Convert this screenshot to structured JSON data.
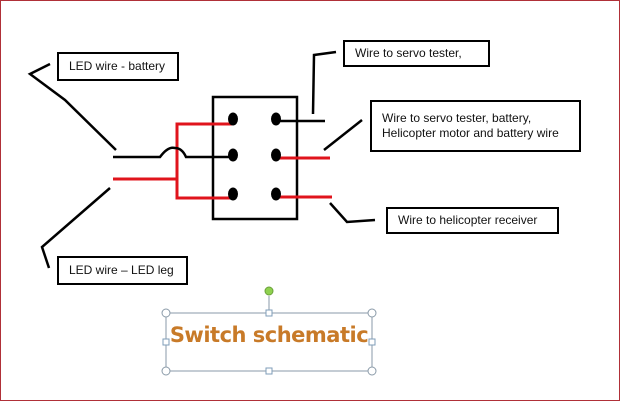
{
  "diagram": {
    "title": "Switch schematic",
    "colors": {
      "wire_black": "#000000",
      "wire_red": "#e0141c",
      "title": "#c87a28",
      "frame_border": "#b03038",
      "selection_handle": "#7f9db9",
      "rotate_handle": "#8fd14f"
    },
    "labels": {
      "led_battery": "LED wire - battery",
      "led_leg": "LED wire – LED leg",
      "servo_tester": "Wire to servo tester,",
      "servo_battery_line1": "Wire to servo tester, battery,",
      "servo_battery_line2": "Helicopter motor and battery wire",
      "heli_receiver": "Wire to helicopter receiver"
    },
    "switch": {
      "type": "DPDT toggle switch",
      "terminals": 6
    }
  }
}
